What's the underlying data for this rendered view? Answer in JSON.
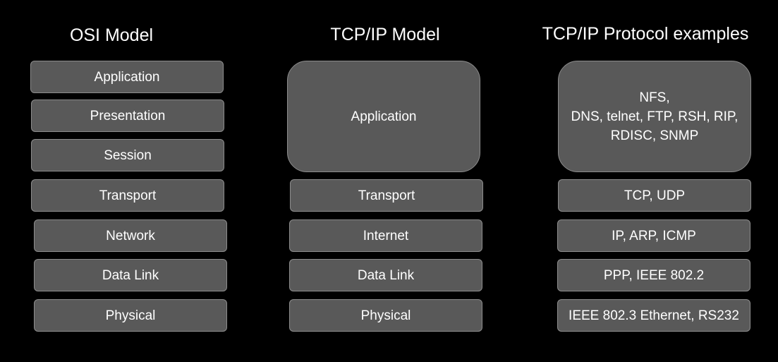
{
  "theme": {
    "background": "#000000",
    "box_fill": "#595959",
    "box_border": "#8c8c8c",
    "text": "#ffffff"
  },
  "osi": {
    "title": "OSI Model",
    "layers": [
      "Application",
      "Presentation",
      "Session",
      "Transport",
      "Network",
      "Data Link",
      "Physical"
    ]
  },
  "tcpip": {
    "title": "TCP/IP Model",
    "layers": [
      "Application",
      "Transport",
      "Internet",
      "Data Link",
      "Physical"
    ]
  },
  "examples": {
    "title": "TCP/IP Protocol examples",
    "application_lines": [
      "NFS,",
      "DNS, telnet, FTP, RSH, RIP,",
      "RDISC, SNMP"
    ],
    "transport": "TCP, UDP",
    "internet": "IP, ARP, ICMP",
    "data_link": "PPP, IEEE 802.2",
    "physical": "IEEE 802.3 Ethernet, RS232"
  }
}
